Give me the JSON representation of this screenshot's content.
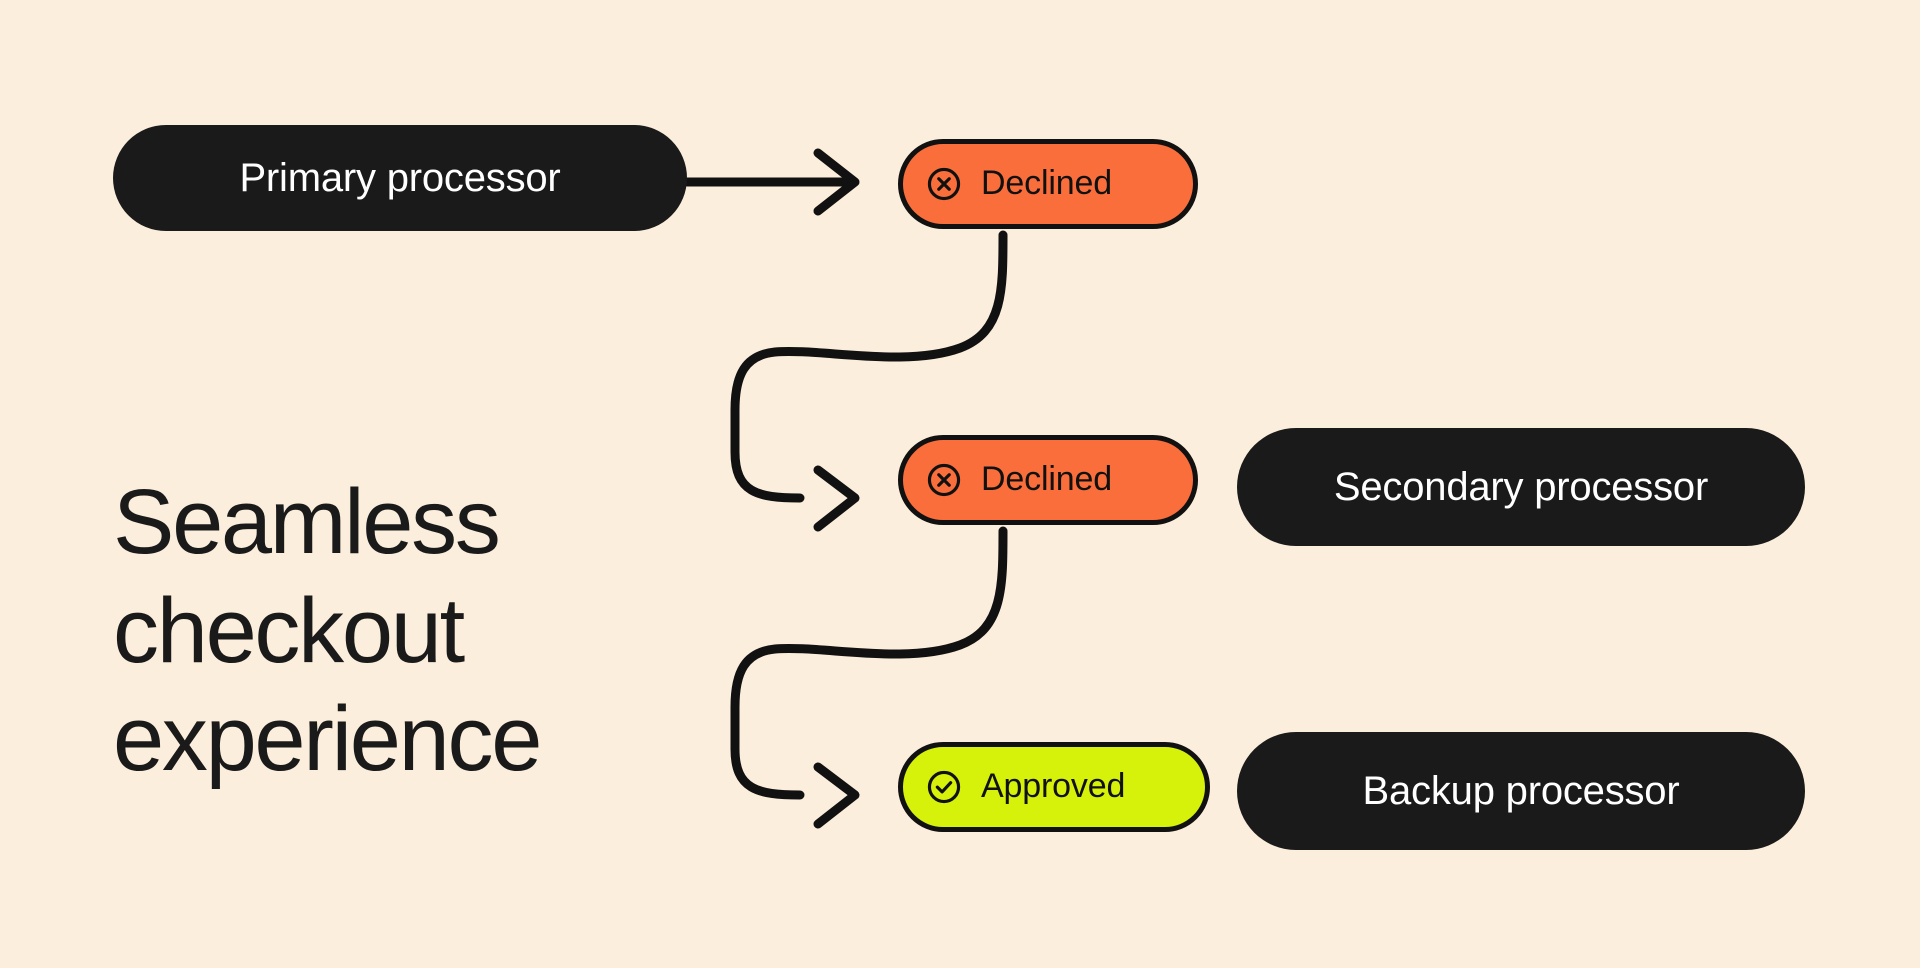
{
  "page": {
    "background_color": "#FCEEDC",
    "ink_color": "#1A1A1A"
  },
  "headline": {
    "line1": "Seamless",
    "line2": "checkout",
    "line3": "experience",
    "full_text": "Seamless checkout experience"
  },
  "colors": {
    "background": "#FCEEDC",
    "pill_dark": "#1A1A1A",
    "pill_dark_text": "#FFFFFF",
    "status_declined": "#FA6E3C",
    "status_approved": "#D6F20A",
    "outline": "#111111"
  },
  "flow": {
    "steps": [
      {
        "processor_label": "Primary processor",
        "status_label": "Declined",
        "status_kind": "declined",
        "status_icon": "circle-x-icon",
        "status_color": "#FA6E3C"
      },
      {
        "processor_label": "Secondary processor",
        "status_label": "Declined",
        "status_kind": "declined",
        "status_icon": "circle-x-icon",
        "status_color": "#FA6E3C"
      },
      {
        "processor_label": "Backup processor",
        "status_label": "Approved",
        "status_kind": "approved",
        "status_icon": "circle-check-icon",
        "status_color": "#D6F20A"
      }
    ],
    "connectors": [
      {
        "kind": "straight-arrow",
        "from": "Primary processor",
        "to": "Declined"
      },
      {
        "kind": "s-curve-arrow",
        "from": "Declined",
        "to": "Declined"
      },
      {
        "kind": "s-curve-arrow",
        "from": "Declined",
        "to": "Approved"
      }
    ]
  }
}
